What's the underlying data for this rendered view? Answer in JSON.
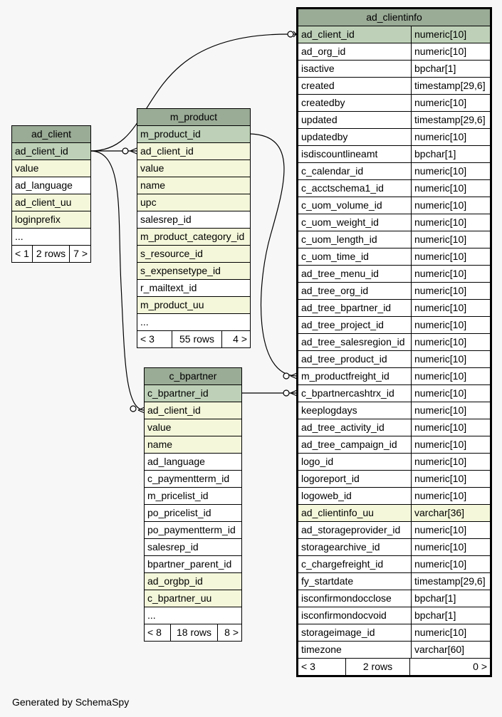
{
  "tables": {
    "ad_client": {
      "name": "ad_client",
      "rows": [
        {
          "name": "ad_client_id",
          "style": "pk"
        },
        {
          "name": "value",
          "style": "idx"
        },
        {
          "name": "ad_language",
          "style": ""
        },
        {
          "name": "ad_client_uu",
          "style": "idx"
        },
        {
          "name": "loginprefix",
          "style": "idx"
        },
        {
          "name": "...",
          "style": ""
        }
      ],
      "footer": [
        "< 1",
        "2 rows",
        "7 >"
      ]
    },
    "m_product": {
      "name": "m_product",
      "rows": [
        {
          "name": "m_product_id",
          "style": "pk"
        },
        {
          "name": "ad_client_id",
          "style": "idx"
        },
        {
          "name": "value",
          "style": "idx"
        },
        {
          "name": "name",
          "style": "idx"
        },
        {
          "name": "upc",
          "style": "idx"
        },
        {
          "name": "salesrep_id",
          "style": ""
        },
        {
          "name": "m_product_category_id",
          "style": "idx"
        },
        {
          "name": "s_resource_id",
          "style": "idx"
        },
        {
          "name": "s_expensetype_id",
          "style": "idx"
        },
        {
          "name": "r_mailtext_id",
          "style": ""
        },
        {
          "name": "m_product_uu",
          "style": "idx"
        },
        {
          "name": "...",
          "style": ""
        }
      ],
      "footer": [
        "< 3",
        "55 rows",
        "4 >"
      ]
    },
    "c_bpartner": {
      "name": "c_bpartner",
      "rows": [
        {
          "name": "c_bpartner_id",
          "style": "pk"
        },
        {
          "name": "ad_client_id",
          "style": "idx"
        },
        {
          "name": "value",
          "style": "idx"
        },
        {
          "name": "name",
          "style": "idx"
        },
        {
          "name": "ad_language",
          "style": ""
        },
        {
          "name": "c_paymentterm_id",
          "style": ""
        },
        {
          "name": "m_pricelist_id",
          "style": ""
        },
        {
          "name": "po_pricelist_id",
          "style": ""
        },
        {
          "name": "po_paymentterm_id",
          "style": ""
        },
        {
          "name": "salesrep_id",
          "style": ""
        },
        {
          "name": "bpartner_parent_id",
          "style": ""
        },
        {
          "name": "ad_orgbp_id",
          "style": "idx"
        },
        {
          "name": "c_bpartner_uu",
          "style": "idx"
        },
        {
          "name": "...",
          "style": ""
        }
      ],
      "footer": [
        "< 8",
        "18 rows",
        "8 >"
      ]
    },
    "ad_clientinfo": {
      "name": "ad_clientinfo",
      "rows": [
        {
          "name": "ad_client_id",
          "type": "numeric[10]",
          "style": "pk"
        },
        {
          "name": "ad_org_id",
          "type": "numeric[10]",
          "style": ""
        },
        {
          "name": "isactive",
          "type": "bpchar[1]",
          "style": ""
        },
        {
          "name": "created",
          "type": "timestamp[29,6]",
          "style": ""
        },
        {
          "name": "createdby",
          "type": "numeric[10]",
          "style": ""
        },
        {
          "name": "updated",
          "type": "timestamp[29,6]",
          "style": ""
        },
        {
          "name": "updatedby",
          "type": "numeric[10]",
          "style": ""
        },
        {
          "name": "isdiscountlineamt",
          "type": "bpchar[1]",
          "style": ""
        },
        {
          "name": "c_calendar_id",
          "type": "numeric[10]",
          "style": ""
        },
        {
          "name": "c_acctschema1_id",
          "type": "numeric[10]",
          "style": ""
        },
        {
          "name": "c_uom_volume_id",
          "type": "numeric[10]",
          "style": ""
        },
        {
          "name": "c_uom_weight_id",
          "type": "numeric[10]",
          "style": ""
        },
        {
          "name": "c_uom_length_id",
          "type": "numeric[10]",
          "style": ""
        },
        {
          "name": "c_uom_time_id",
          "type": "numeric[10]",
          "style": ""
        },
        {
          "name": "ad_tree_menu_id",
          "type": "numeric[10]",
          "style": ""
        },
        {
          "name": "ad_tree_org_id",
          "type": "numeric[10]",
          "style": ""
        },
        {
          "name": "ad_tree_bpartner_id",
          "type": "numeric[10]",
          "style": ""
        },
        {
          "name": "ad_tree_project_id",
          "type": "numeric[10]",
          "style": ""
        },
        {
          "name": "ad_tree_salesregion_id",
          "type": "numeric[10]",
          "style": ""
        },
        {
          "name": "ad_tree_product_id",
          "type": "numeric[10]",
          "style": ""
        },
        {
          "name": "m_productfreight_id",
          "type": "numeric[10]",
          "style": ""
        },
        {
          "name": "c_bpartnercashtrx_id",
          "type": "numeric[10]",
          "style": ""
        },
        {
          "name": "keeplogdays",
          "type": "numeric[10]",
          "style": ""
        },
        {
          "name": "ad_tree_activity_id",
          "type": "numeric[10]",
          "style": ""
        },
        {
          "name": "ad_tree_campaign_id",
          "type": "numeric[10]",
          "style": ""
        },
        {
          "name": "logo_id",
          "type": "numeric[10]",
          "style": ""
        },
        {
          "name": "logoreport_id",
          "type": "numeric[10]",
          "style": ""
        },
        {
          "name": "logoweb_id",
          "type": "numeric[10]",
          "style": ""
        },
        {
          "name": "ad_clientinfo_uu",
          "type": "varchar[36]",
          "style": "idx"
        },
        {
          "name": "ad_storageprovider_id",
          "type": "numeric[10]",
          "style": ""
        },
        {
          "name": "storagearchive_id",
          "type": "numeric[10]",
          "style": ""
        },
        {
          "name": "c_chargefreight_id",
          "type": "numeric[10]",
          "style": ""
        },
        {
          "name": "fy_startdate",
          "type": "timestamp[29,6]",
          "style": ""
        },
        {
          "name": "isconfirmondocclose",
          "type": "bpchar[1]",
          "style": ""
        },
        {
          "name": "isconfirmondocvoid",
          "type": "bpchar[1]",
          "style": ""
        },
        {
          "name": "storageimage_id",
          "type": "numeric[10]",
          "style": ""
        },
        {
          "name": "timezone",
          "type": "varchar[60]",
          "style": ""
        }
      ],
      "footer": [
        "< 3",
        "2 rows",
        "0 >"
      ]
    }
  },
  "colors": {
    "header": "#9aab96",
    "primary_key": "#bed1b8",
    "indexed": "#f4f7da",
    "plain": "#ffffff",
    "background": "#f7f7f7"
  },
  "footer_text": "Generated by SchemaSpy"
}
